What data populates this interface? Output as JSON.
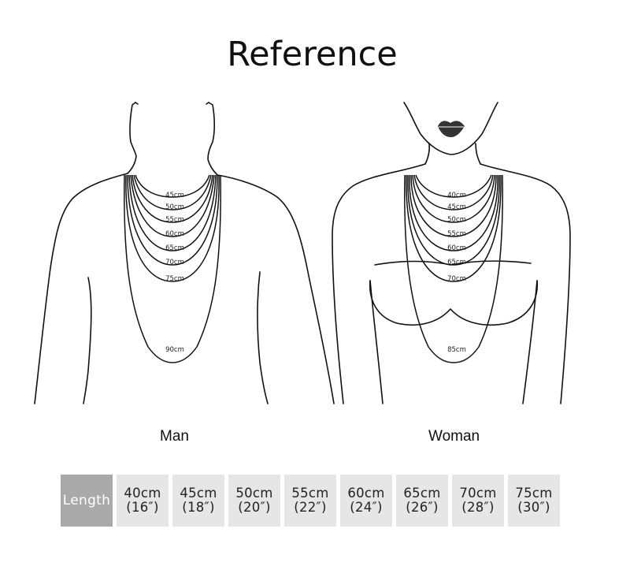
{
  "title": "Reference",
  "figures": {
    "man": {
      "caption": "Man",
      "lengths": [
        "45cm",
        "50cm",
        "55cm",
        "60cm",
        "65cm",
        "70cm",
        "75cm",
        "90cm"
      ]
    },
    "woman": {
      "caption": "Woman",
      "lengths": [
        "40cm",
        "45cm",
        "50cm",
        "55cm",
        "60cm",
        "65cm",
        "70cm",
        "85cm"
      ]
    }
  },
  "length_table": {
    "header": "Length",
    "cells": [
      {
        "cm": "40cm",
        "inch": "(16″)"
      },
      {
        "cm": "45cm",
        "inch": "(18″)"
      },
      {
        "cm": "50cm",
        "inch": "(20″)"
      },
      {
        "cm": "55cm",
        "inch": "(22″)"
      },
      {
        "cm": "60cm",
        "inch": "(24″)"
      },
      {
        "cm": "65cm",
        "inch": "(26″)"
      },
      {
        "cm": "70cm",
        "inch": "(28″)"
      },
      {
        "cm": "75cm",
        "inch": "(30″)"
      }
    ]
  },
  "colors": {
    "line": "#111111",
    "cell_bg": "#e6e6e6",
    "header_bg": "#a9a9a9",
    "lips": "#333333"
  }
}
